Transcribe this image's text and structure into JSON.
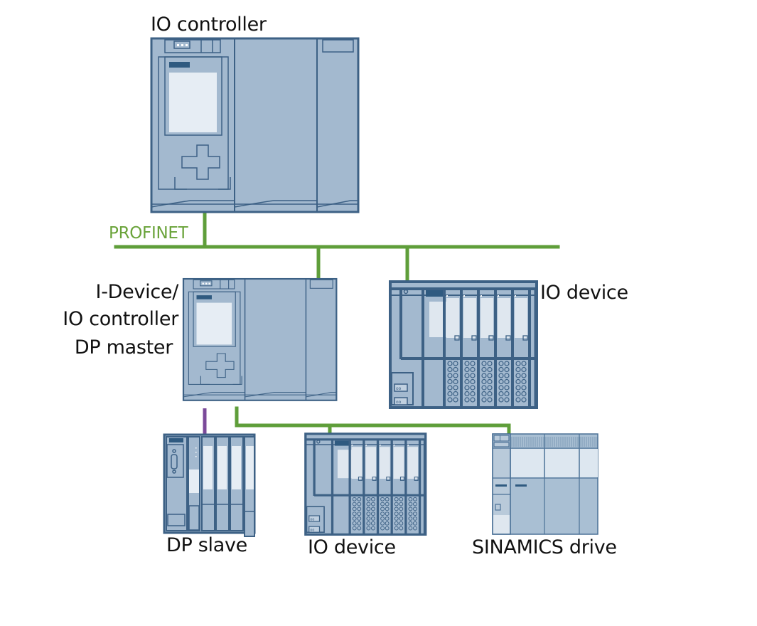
{
  "colors": {
    "profinet": "#5f9e3a",
    "profibus": "#7b4a9a",
    "device_fill": "#a3b9cf",
    "device_fill_light": "#b7c9da",
    "device_stroke": "#3d6185",
    "device_dark": "#2f5a80",
    "screen": "#e6edf4",
    "label_text": "#111111",
    "profinet_label": "#6aa33a"
  },
  "labels": {
    "io_controller_top": "IO controller",
    "profinet": "PROFINET",
    "i_device_line1": "I-Device/",
    "i_device_line2": "IO controller",
    "i_device_line3": "DP master",
    "io_device_right": "IO device",
    "dp_slave": "DP slave",
    "io_device_bottom": "IO device",
    "sinamics": "SINAMICS drive"
  },
  "nodes": [
    {
      "id": "io-controller",
      "type": "S7-1500 CPU",
      "label_key": "io_controller_top"
    },
    {
      "id": "i-device",
      "type": "S7-1500 CPU",
      "label_key": "i_device_line1"
    },
    {
      "id": "io-device-1",
      "type": "ET 200SP",
      "label_key": "io_device_right"
    },
    {
      "id": "dp-slave",
      "type": "ET 200M",
      "label_key": "dp_slave"
    },
    {
      "id": "io-device-2",
      "type": "ET 200SP",
      "label_key": "io_device_bottom"
    },
    {
      "id": "sinamics-drive",
      "type": "SINAMICS",
      "label_key": "sinamics"
    }
  ],
  "connections": [
    {
      "from": "io-controller",
      "to": "profinet-bus",
      "network": "PROFINET"
    },
    {
      "from": "i-device",
      "to": "profinet-bus",
      "network": "PROFINET"
    },
    {
      "from": "io-device-1",
      "to": "profinet-bus",
      "network": "PROFINET"
    },
    {
      "from": "i-device",
      "to": "dp-slave",
      "network": "PROFIBUS"
    },
    {
      "from": "i-device",
      "to": "io-device-2",
      "network": "PROFINET"
    },
    {
      "from": "i-device",
      "to": "sinamics-drive",
      "network": "PROFINET"
    }
  ]
}
